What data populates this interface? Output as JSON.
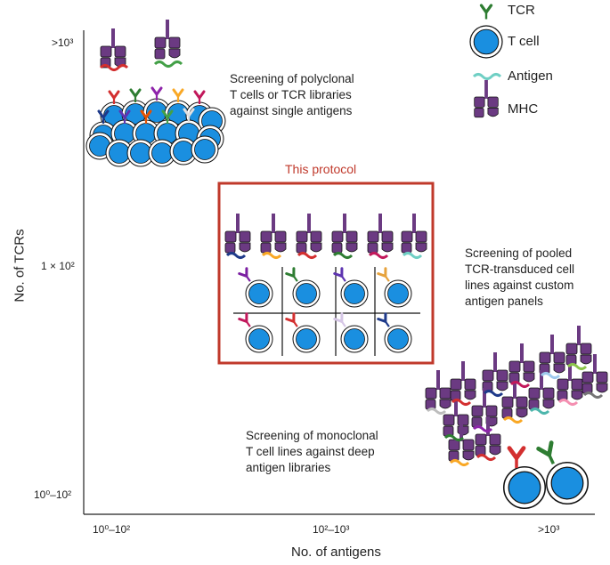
{
  "axes": {
    "x_title": "No. of antigens",
    "y_title": "No. of TCRs",
    "x_ticks": [
      "10⁰–10²",
      "10²–10³",
      ">10³"
    ],
    "y_ticks": [
      ">10³",
      "1 × 10²",
      "10⁰–10²"
    ]
  },
  "legend": [
    {
      "label": "TCR",
      "icon": "tcr-icon"
    },
    {
      "label": "T cell",
      "icon": "t-cell-icon"
    },
    {
      "label": "Antigen",
      "icon": "antigen-icon"
    },
    {
      "label": "MHC",
      "icon": "mhc-icon"
    }
  ],
  "annotations": {
    "top_left": [
      "Screening of polyclonal",
      "T cells or TCR libraries",
      "against single antigens"
    ],
    "protocol_title": "This protocol",
    "right": [
      "Screening of pooled",
      "TCR-transduced cell",
      "lines against custom",
      "antigen panels"
    ],
    "bottom": [
      "Screening of monoclonal",
      "T cell lines against deep",
      "antigen libraries"
    ]
  },
  "colors": {
    "mhc": "#6b3a82",
    "t_cell": "#1a8fe0",
    "tcr": "#2e7d32",
    "antigen": "#6fcfc4",
    "protocol_box": "#c0392b",
    "axis": "#222222"
  }
}
